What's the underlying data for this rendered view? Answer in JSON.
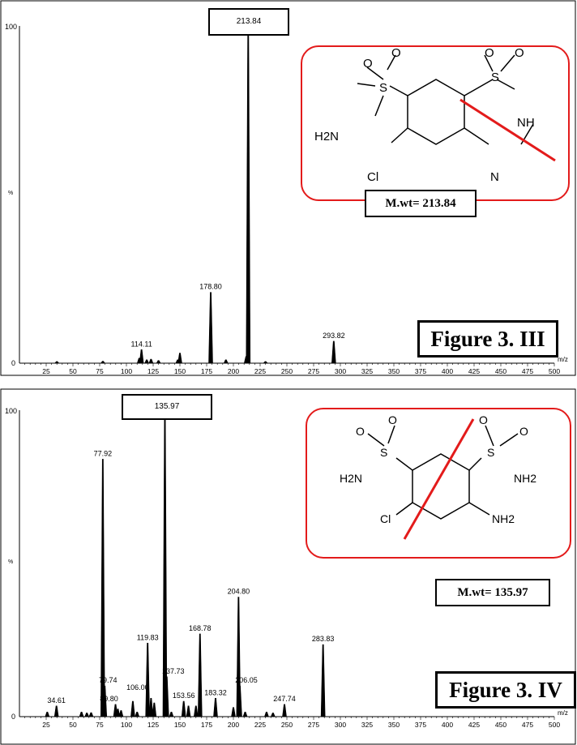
{
  "chart_data": [
    {
      "type": "bar",
      "title": "",
      "xlabel": "m/z",
      "ylabel": "%",
      "xlim": [
        0,
        500
      ],
      "ylim": [
        0,
        100
      ],
      "xticks": [
        25,
        50,
        75,
        100,
        125,
        150,
        175,
        200,
        225,
        250,
        275,
        300,
        325,
        350,
        375,
        400,
        425,
        450,
        475,
        500
      ],
      "yticks": [
        0,
        100
      ],
      "peaks": [
        {
          "x": 35,
          "y": 0.5
        },
        {
          "x": 78,
          "y": 0.6
        },
        {
          "x": 112,
          "y": 1.5
        },
        {
          "x": 114.11,
          "y": 4,
          "label": "114.11"
        },
        {
          "x": 119,
          "y": 1
        },
        {
          "x": 123,
          "y": 1.2
        },
        {
          "x": 130,
          "y": 0.8
        },
        {
          "x": 148,
          "y": 1
        },
        {
          "x": 150,
          "y": 3
        },
        {
          "x": 178.8,
          "y": 21,
          "label": "178.80"
        },
        {
          "x": 193,
          "y": 1
        },
        {
          "x": 212,
          "y": 2
        },
        {
          "x": 213.84,
          "y": 100,
          "label": "213.84",
          "boxed": true
        },
        {
          "x": 230,
          "y": 0.5
        },
        {
          "x": 293.82,
          "y": 6.5,
          "label": "293.82"
        }
      ],
      "figure_label": "Figure 3. III",
      "mw_label": "M.wt= 213.84",
      "structure_atoms": [
        "O",
        "O",
        "O",
        "O",
        "S",
        "S",
        "H2N",
        "NH",
        "Cl",
        "N"
      ]
    },
    {
      "type": "bar",
      "title": "",
      "xlabel": "m/z",
      "ylabel": "%",
      "xlim": [
        0,
        500
      ],
      "ylim": [
        0,
        100
      ],
      "xticks": [
        25,
        50,
        75,
        100,
        125,
        150,
        175,
        200,
        225,
        250,
        275,
        300,
        325,
        350,
        375,
        400,
        425,
        450,
        475,
        500
      ],
      "yticks": [
        0,
        100
      ],
      "peaks": [
        {
          "x": 26,
          "y": 1.5
        },
        {
          "x": 34.61,
          "y": 3.5,
          "label": "34.61"
        },
        {
          "x": 58,
          "y": 1.5
        },
        {
          "x": 63,
          "y": 1.2
        },
        {
          "x": 67,
          "y": 1.3
        },
        {
          "x": 77.92,
          "y": 84,
          "label": "77.92"
        },
        {
          "x": 79.74,
          "y": 10,
          "label": "79.74"
        },
        {
          "x": 89.8,
          "y": 4,
          "label": "89.80"
        },
        {
          "x": 92,
          "y": 2.5
        },
        {
          "x": 95,
          "y": 2
        },
        {
          "x": 106.0,
          "y": 5,
          "label": "106.00"
        },
        {
          "x": 110,
          "y": 1.5
        },
        {
          "x": 119.83,
          "y": 24,
          "label": "119.83"
        },
        {
          "x": 123,
          "y": 6
        },
        {
          "x": 126,
          "y": 4.5
        },
        {
          "x": 135.97,
          "y": 100,
          "label": "135.97",
          "boxed": true
        },
        {
          "x": 137.73,
          "y": 13,
          "label": "137.73"
        },
        {
          "x": 142,
          "y": 1.5
        },
        {
          "x": 153.56,
          "y": 5,
          "label": "153.56"
        },
        {
          "x": 158,
          "y": 3.5
        },
        {
          "x": 165,
          "y": 3.5
        },
        {
          "x": 168.78,
          "y": 27,
          "label": "168.78"
        },
        {
          "x": 183.32,
          "y": 6,
          "label": "183.32"
        },
        {
          "x": 200,
          "y": 3
        },
        {
          "x": 204.8,
          "y": 39,
          "label": "204.80"
        },
        {
          "x": 206.05,
          "y": 10,
          "label": "206.05"
        },
        {
          "x": 211,
          "y": 1.5
        },
        {
          "x": 231,
          "y": 1.5
        },
        {
          "x": 237,
          "y": 1.2
        },
        {
          "x": 247.74,
          "y": 4,
          "label": "247.74"
        },
        {
          "x": 283.83,
          "y": 23.5,
          "label": "283.83"
        }
      ],
      "figure_label": "Figure 3. IV",
      "mw_label": "M.wt= 135.97",
      "structure_atoms": [
        "O",
        "O",
        "O",
        "O",
        "S",
        "S",
        "H2N",
        "NH2",
        "Cl",
        "NH2"
      ]
    }
  ],
  "colors": {
    "structure_border": "#e31b1b",
    "cleavage_line": "#e31b1b"
  }
}
